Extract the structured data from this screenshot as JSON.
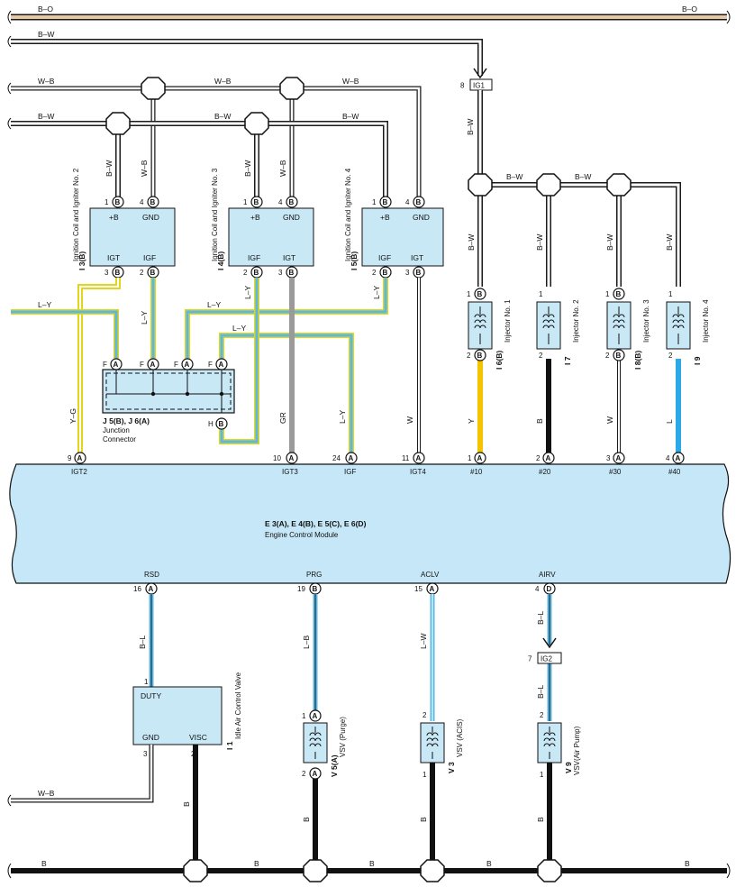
{
  "colors": {
    "wire_outline": "#1a1a1a",
    "wire_fill": "#ffffff",
    "bo": "#e8c9a6",
    "bw": "#ffffff",
    "wb": "#ffffff",
    "ly": "#5ab8e6",
    "ly_outline": "#e0d61c",
    "yg": "#e0d61c",
    "y": "#f5c400",
    "b": "#111111",
    "gr": "#9a9a9a",
    "w": "#ffffff",
    "l": "#2aa8e8",
    "bl": "#5ab8e6",
    "lb": "#5ab8e6",
    "lw": "#5ab8e6",
    "box_fill": "#c9e8f6",
    "ecm_fill": "#c6e7f7"
  },
  "bus_labels": {
    "top_bo_left": "B–O",
    "top_bo_right": "B–O",
    "bw_top": "B–W",
    "wb_row": [
      "W–B",
      "W–B",
      "W–B"
    ],
    "bw_row": [
      "B–W",
      "B–W",
      "B–W"
    ],
    "inj_bw_row": [
      "B–W",
      "B–W"
    ],
    "bottom_b": [
      "B",
      "B",
      "B",
      "B",
      "B"
    ],
    "visc_wb": "W–B"
  },
  "ig1": {
    "pin": "8",
    "label": "IG1"
  },
  "ig2": {
    "pin": "7",
    "label": "IG2"
  },
  "coils": [
    {
      "id": "I 3(B)",
      "name": "Ignition Coil and Igniter No. 2",
      "top_left_label": "+B",
      "top_right_label": "GND",
      "bottom_left_label": "IGT",
      "bottom_right_label": "IGF",
      "pin_tl": "1",
      "pin_tr": "4",
      "pin_bl": "3",
      "pin_br": "2",
      "conn_tl": "B",
      "conn_tr": "B",
      "conn_bl": "B",
      "conn_br": "B",
      "wire_tl": "B–W",
      "wire_tr": "W–B",
      "wire_br": "L–Y"
    },
    {
      "id": "I 4(B)",
      "name": "Ignition Coil and Igniter No. 3",
      "top_left_label": "+B",
      "top_right_label": "GND",
      "bottom_left_label": "IGF",
      "bottom_right_label": "IGT",
      "pin_tl": "1",
      "pin_tr": "4",
      "pin_bl": "2",
      "pin_br": "3",
      "conn_tl": "B",
      "conn_tr": "B",
      "conn_bl": "B",
      "conn_br": "B",
      "wire_tl": "B–W",
      "wire_tr": "W–B",
      "wire_bl": "L–Y",
      "wire_br": "GR"
    },
    {
      "id": "I 5(B)",
      "name": "Ignition Coil and Igniter No. 4",
      "top_left_label": "+B",
      "top_right_label": "GND",
      "bottom_left_label": "IGF",
      "bottom_right_label": "IGT",
      "pin_tl": "1",
      "pin_tr": "4",
      "pin_bl": "2",
      "pin_br": "3",
      "conn_tl": "B",
      "conn_tr": "B",
      "conn_bl": "B",
      "conn_br": "B",
      "wire_bl": "L–Y",
      "wire_br": "W"
    }
  ],
  "junction": {
    "id": "J 5(B), J 6(A)",
    "name_line1": "Junction",
    "name_line2": "Connector",
    "pin_f": "F",
    "pin_h": "H",
    "conn_a": "A",
    "conn_b": "B",
    "wire_ly_left": "L–Y",
    "wire_ly_mid": "L–Y",
    "wire_ly_mid2": "L–Y",
    "wire_ly_igf": "L–Y"
  },
  "injectors": [
    {
      "id": "I 6(B)",
      "name": "Injector No. 1",
      "pin_top": "1",
      "pin_bot": "2",
      "conn_top": "B",
      "conn_bot": "B",
      "wire_top": "B–W",
      "wire_bot": "Y"
    },
    {
      "id": "I 7",
      "name": "Injector No. 2",
      "pin_top": "1",
      "pin_bot": "2",
      "wire_top": "B–W",
      "wire_bot": "B"
    },
    {
      "id": "I 8(B)",
      "name": "Injector No. 3",
      "pin_top": "1",
      "pin_bot": "2",
      "conn_top": "B",
      "conn_bot": "B",
      "wire_top": "B–W",
      "wire_bot": "W"
    },
    {
      "id": "I 9",
      "name": "Injector No. 4",
      "pin_top": "1",
      "pin_bot": "2",
      "wire_top": "B–W",
      "wire_bot": "L"
    }
  ],
  "ecm": {
    "title": "E 3(A), E 4(B), E 5(C), E 6(D)",
    "name": "Engine Control Module",
    "top_pins": [
      {
        "pin": "9",
        "conn": "A",
        "label": "IGT2",
        "wire": "Y–G"
      },
      {
        "pin": "10",
        "conn": "A",
        "label": "IGT3",
        "wire": "GR"
      },
      {
        "pin": "24",
        "conn": "A",
        "label": "IGF",
        "wire": "L–Y"
      },
      {
        "pin": "11",
        "conn": "A",
        "label": "IGT4",
        "wire": "W"
      },
      {
        "pin": "1",
        "conn": "A",
        "label": "#10",
        "wire": "Y"
      },
      {
        "pin": "2",
        "conn": "A",
        "label": "#20",
        "wire": "B"
      },
      {
        "pin": "3",
        "conn": "A",
        "label": "#30",
        "wire": "W"
      },
      {
        "pin": "4",
        "conn": "A",
        "label": "#40",
        "wire": "L"
      }
    ],
    "bottom_pins": [
      {
        "pin": "16",
        "conn": "A",
        "label": "RSD",
        "wire": "B–L"
      },
      {
        "pin": "19",
        "conn": "B",
        "label": "PRG",
        "wire": "L–B"
      },
      {
        "pin": "15",
        "conn": "A",
        "label": "ACLV",
        "wire": "L–W"
      },
      {
        "pin": "4",
        "conn": "D",
        "label": "AIRV",
        "wire": "B–L"
      }
    ]
  },
  "iacv": {
    "id": "I 1",
    "name": "Idle Air Control Valve",
    "duty": "DUTY",
    "gnd": "GND",
    "visc": "VISC",
    "pin_duty": "1",
    "pin_gnd": "3",
    "pin_visc": "2",
    "wire_visc": "B"
  },
  "vsvs": [
    {
      "id": "V 5(A)",
      "name": "VSV (Purge)",
      "pin_top": "1",
      "pin_bot": "2",
      "conn_top": "A",
      "conn_bot": "A",
      "wire_bot": "B"
    },
    {
      "id": "V 3",
      "name": "VSV (ACIS)",
      "pin_top": "2",
      "pin_bot": "1",
      "wire_bot": "B"
    },
    {
      "id": "V 9",
      "name": "VSV(Air Pump)",
      "pin_top": "2",
      "pin_bot": "1",
      "wire_top": "B–L",
      "wire_bot": "B"
    }
  ]
}
